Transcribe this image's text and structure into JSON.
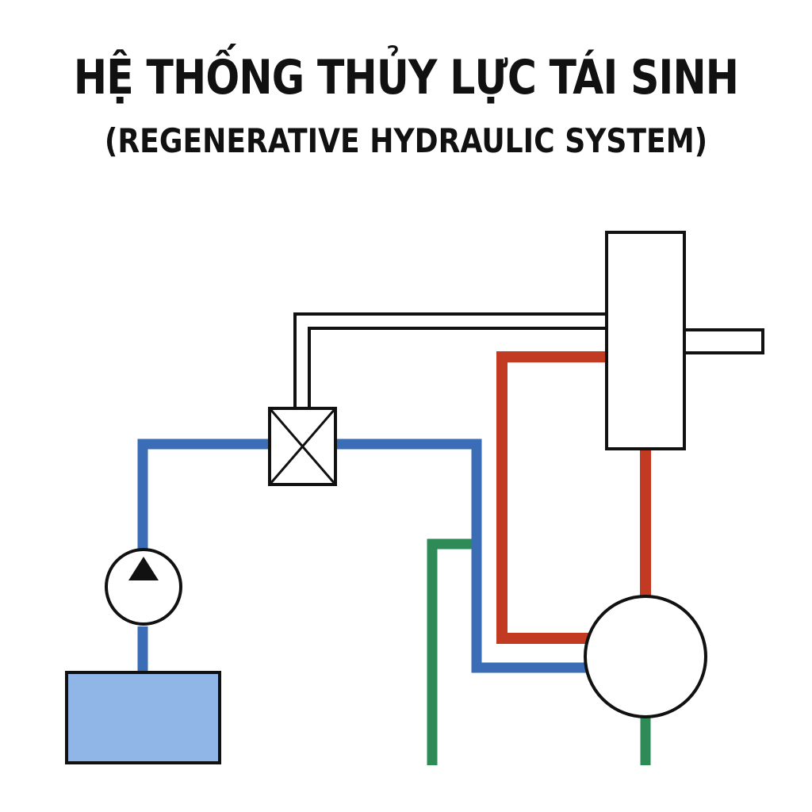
{
  "title": "HỆ THỐNG THỦY LỰC TÁI SINH",
  "subtitle": "(REGENERATIVE HYDRAULIC SYSTEM)",
  "colors": {
    "supply_line": "#3a6db5",
    "return_line": "#c23a22",
    "drain_line": "#2e8b57",
    "outline": "#111111",
    "tank_fill": "#8fb6e6",
    "background": "#ffffff"
  },
  "components": [
    {
      "name": "reservoir",
      "icon": "tank-rectangle"
    },
    {
      "name": "pump",
      "icon": "circle-with-triangle"
    },
    {
      "name": "directional-valve",
      "icon": "box-with-x"
    },
    {
      "name": "hydraulic-cylinder",
      "icon": "rectangle-with-rod"
    },
    {
      "name": "hydraulic-motor",
      "icon": "circle"
    }
  ]
}
